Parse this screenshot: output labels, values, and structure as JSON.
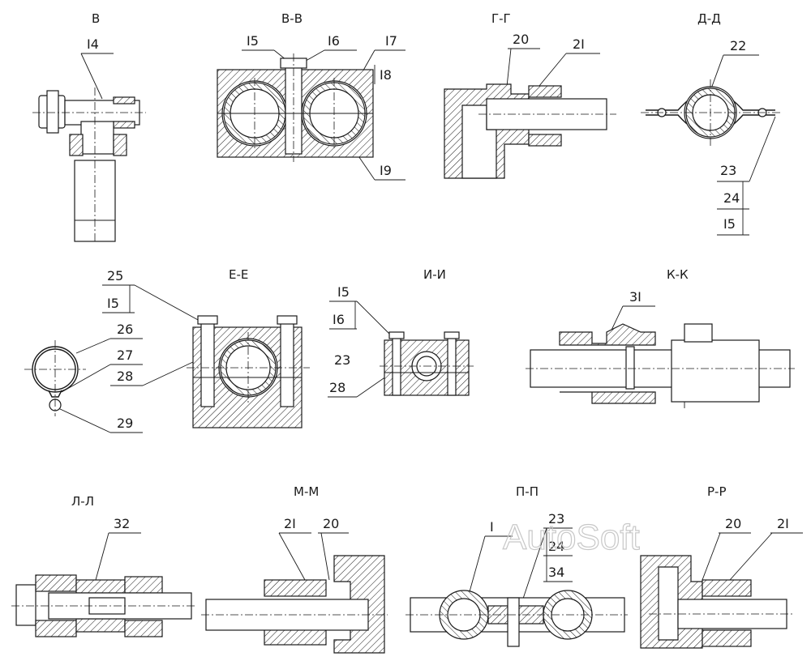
{
  "views": [
    {
      "title": "В",
      "labels": [
        "I4"
      ]
    },
    {
      "title": "В-В",
      "labels": [
        "I5",
        "I6",
        "I7",
        "I8",
        "I9"
      ]
    },
    {
      "title": "Г-Г",
      "labels": [
        "20",
        "2I"
      ]
    },
    {
      "title": "Д-Д",
      "labels": [
        "22",
        "23",
        "24",
        "I5"
      ]
    },
    {
      "title": "",
      "labels": [
        "25",
        "I5",
        "26",
        "27",
        "28",
        "29"
      ]
    },
    {
      "title": "Е-Е",
      "labels": []
    },
    {
      "title": "И-И",
      "labels": [
        "I5",
        "I6",
        "23",
        "28"
      ]
    },
    {
      "title": "К-К",
      "labels": [
        "3I"
      ]
    },
    {
      "title": "Л-Л",
      "labels": [
        "32"
      ]
    },
    {
      "title": "М-М",
      "labels": [
        "2I",
        "20"
      ]
    },
    {
      "title": "П-П",
      "labels": [
        "I",
        "23",
        "24",
        "34"
      ]
    },
    {
      "title": "Р-Р",
      "labels": [
        "20",
        "2I"
      ]
    }
  ],
  "watermark": "AutoSoft"
}
